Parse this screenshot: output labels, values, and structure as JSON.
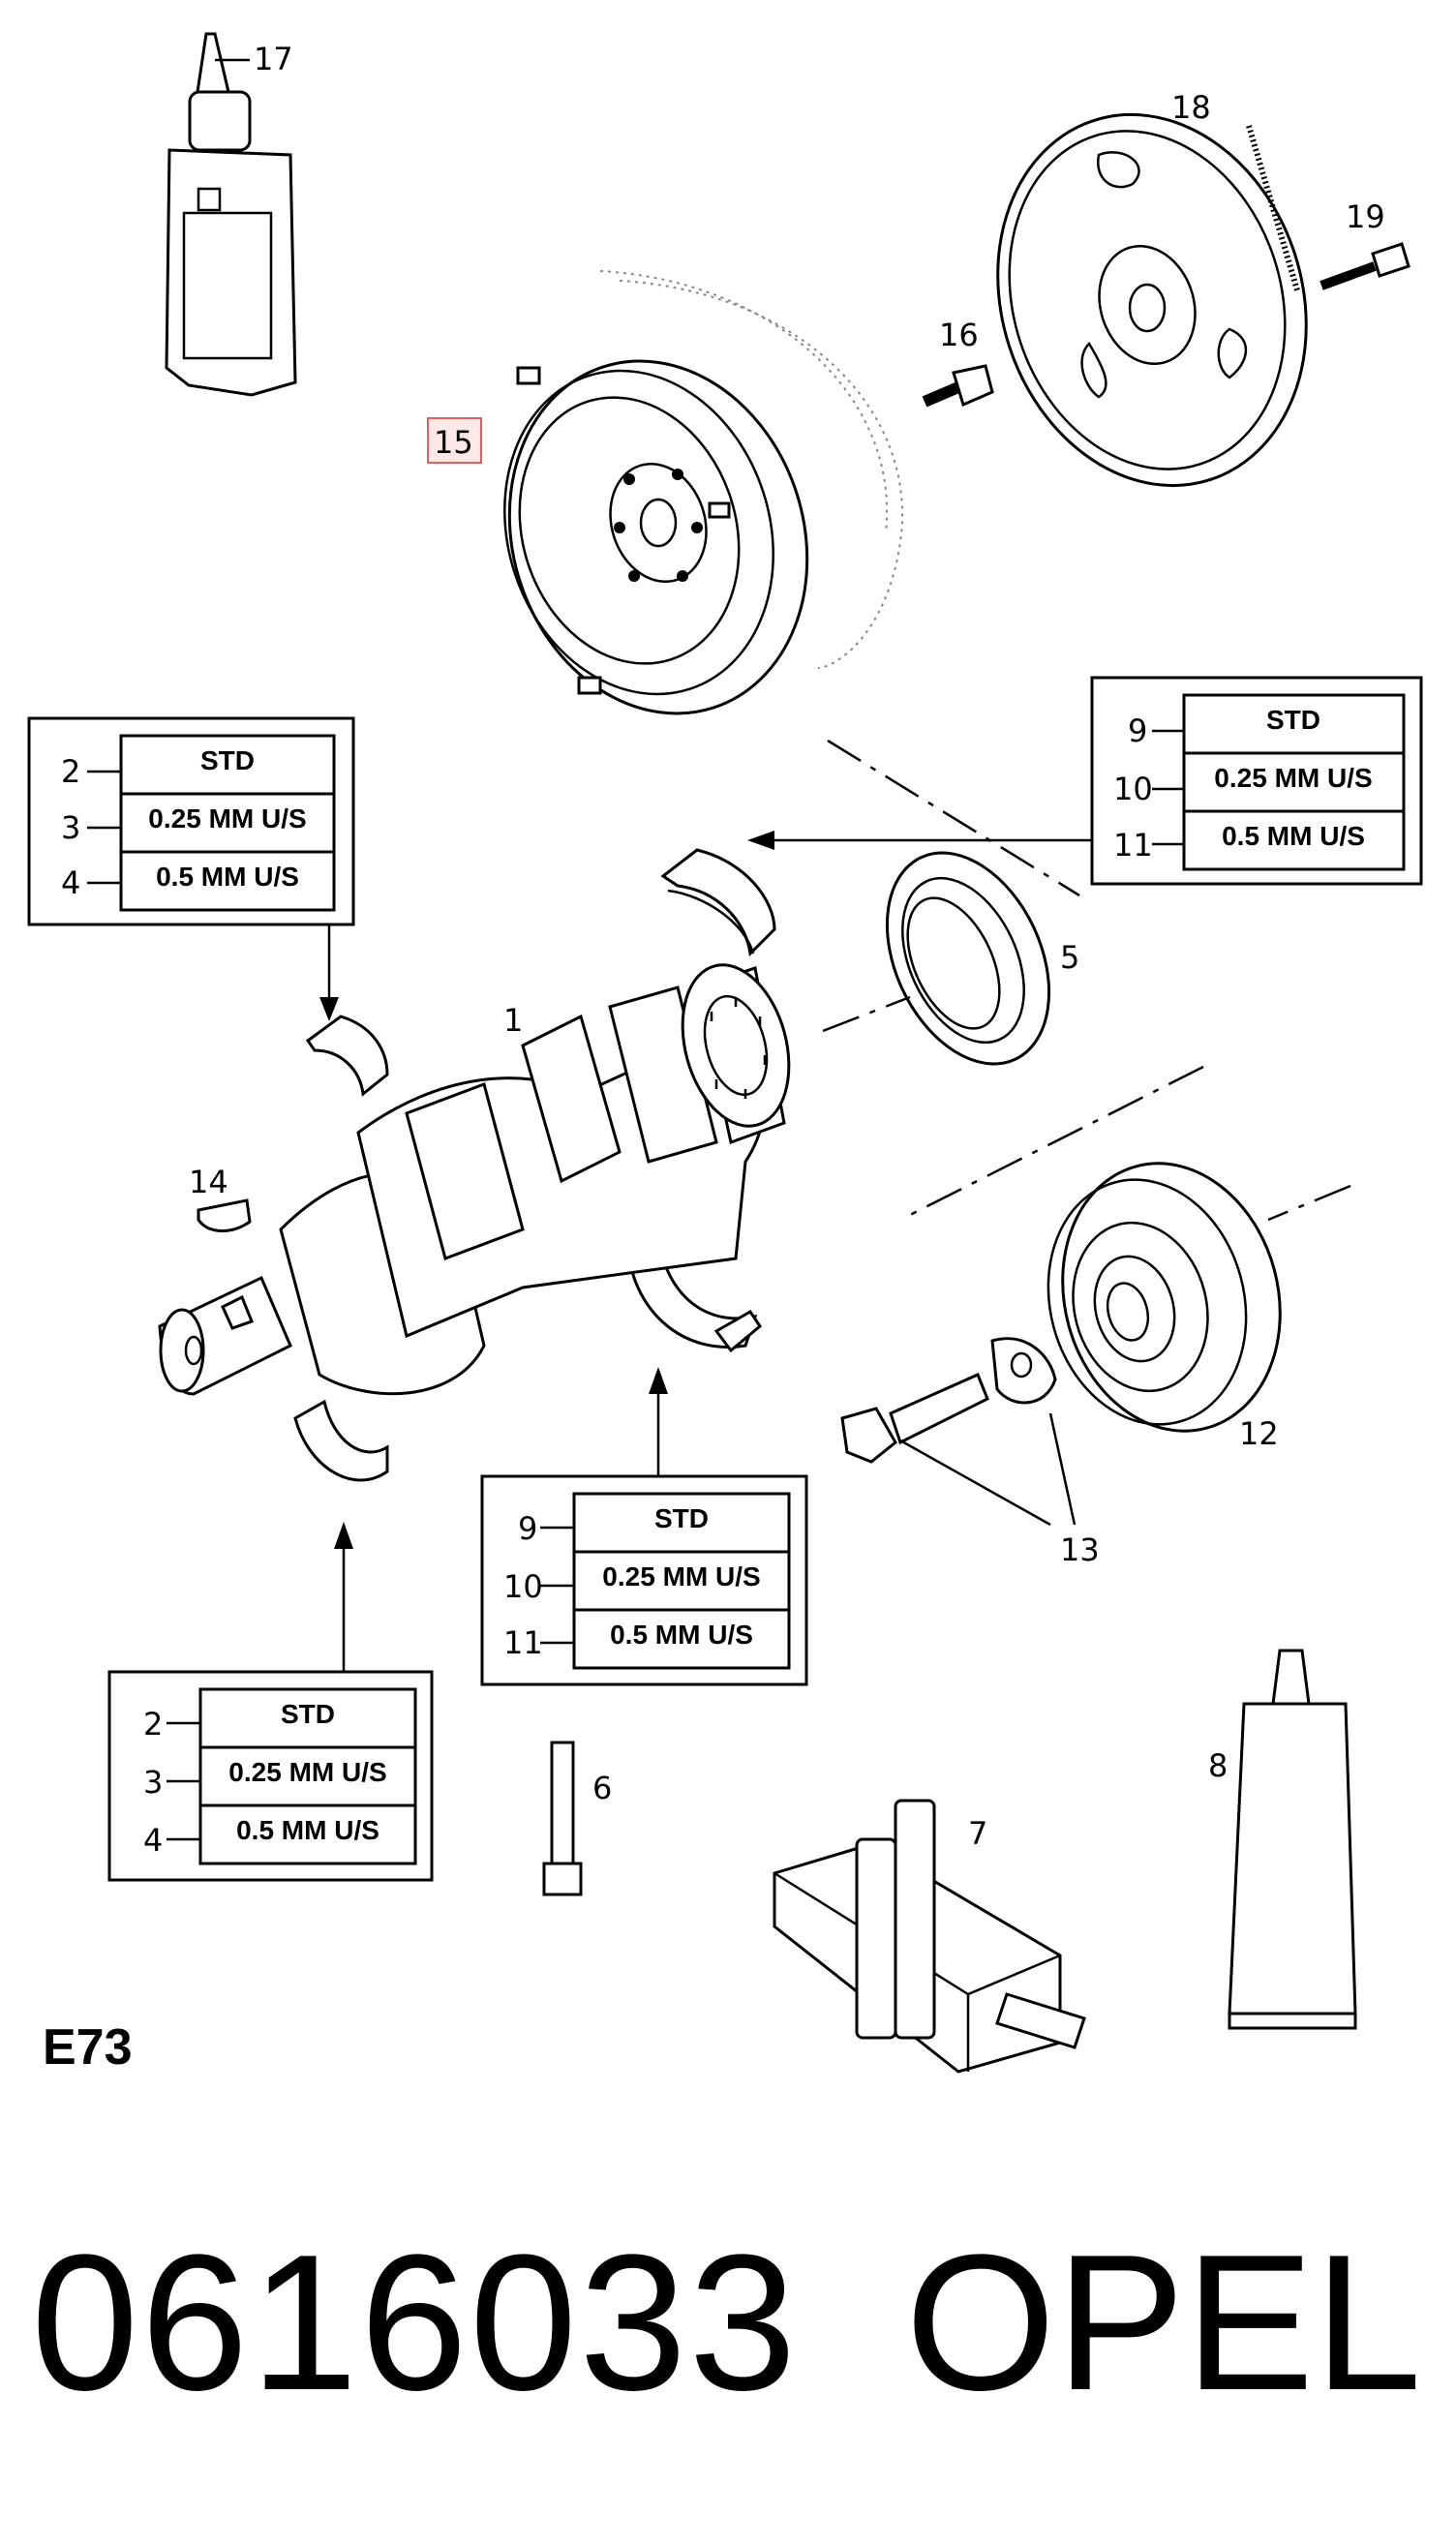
{
  "callouts": {
    "c1": "1",
    "c5": "5",
    "c6": "6",
    "c7": "7",
    "c8": "8",
    "c12": "12",
    "c13": "13",
    "c14": "14",
    "c15": "15",
    "c16": "16",
    "c17": "17",
    "c18": "18",
    "c19": "19"
  },
  "main_bearing_box": {
    "rows": [
      {
        "num": "2",
        "label": "STD"
      },
      {
        "num": "3",
        "label": "0.25  MM U/S"
      },
      {
        "num": "4",
        "label": "0.5  MM U/S"
      }
    ]
  },
  "conrod_bearing_box": {
    "rows": [
      {
        "num": "9",
        "label": "STD"
      },
      {
        "num": "10",
        "label": "0.25  MM U/S"
      },
      {
        "num": "11",
        "label": "0.5  MM U/S"
      }
    ]
  },
  "diagram_code": "E73",
  "part_number": "0616033",
  "brand": "OPEL",
  "highlight_color": "#e06060"
}
